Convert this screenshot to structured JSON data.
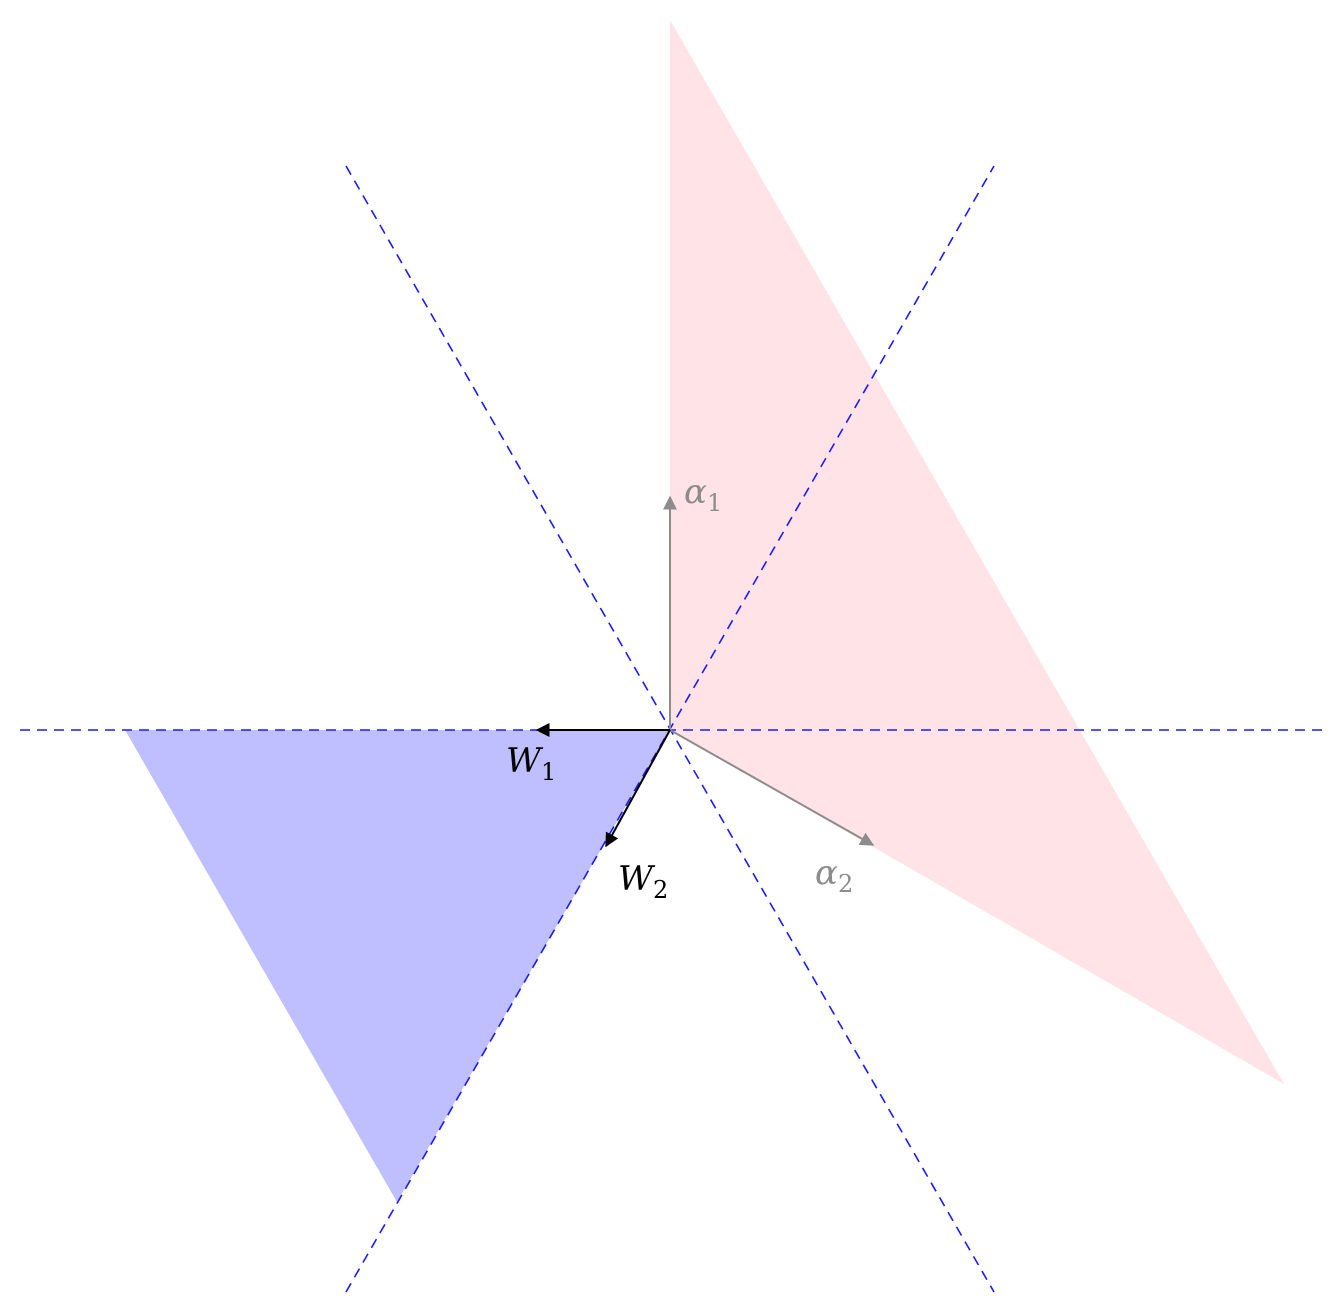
{
  "colors": {
    "pink_region": "#ffe3e6",
    "blue_region": "#bfbfff",
    "reflection_lines": "#1a1aff",
    "root_vectors": "#8c8c8c",
    "weight_vectors": "#000000",
    "background": "#ffffff"
  },
  "labels": {
    "alpha1": {
      "symbol": "α",
      "subscript": "1"
    },
    "alpha2": {
      "symbol": "α",
      "subscript": "2"
    },
    "w1": {
      "symbol": "W",
      "subscript": "1"
    },
    "w2": {
      "symbol": "W",
      "subscript": "2"
    }
  }
}
